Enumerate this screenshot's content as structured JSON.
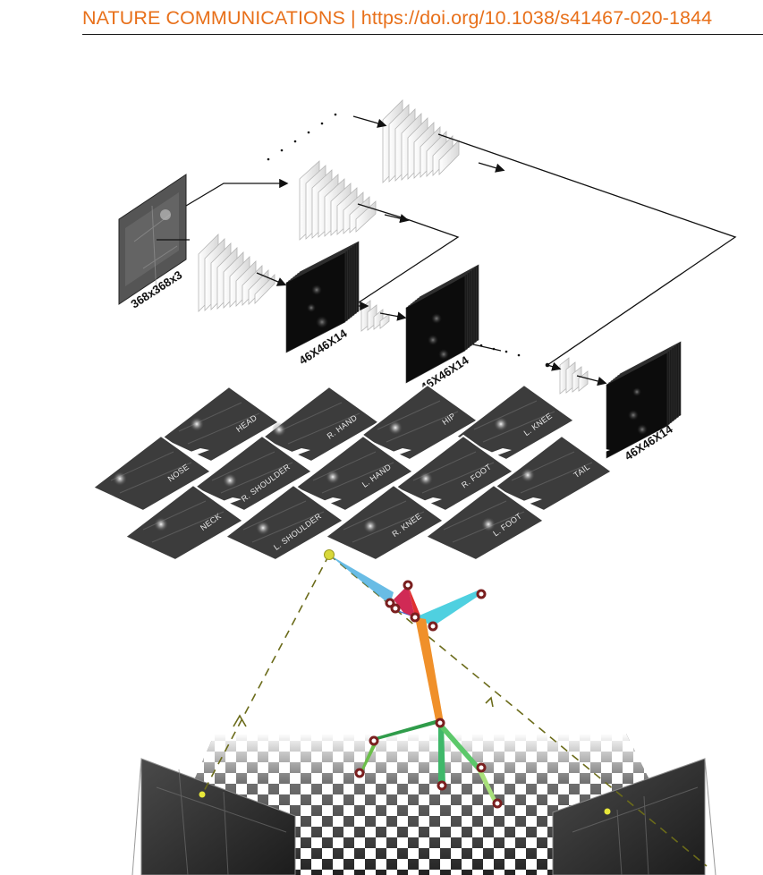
{
  "header": {
    "journal": "NATURE COMMUNICATIONS",
    "separator": " | ",
    "doi": "https://doi.org/10.1038/s41467-020-1844"
  },
  "network": {
    "input_dim": "368x368x3",
    "output_dims": [
      "46X46X14",
      "46X46X14",
      "46X46X14"
    ]
  },
  "heatmap_labels": [
    "HEAD",
    "R. HAND",
    "HIP",
    "L. KNEE",
    "NOSE",
    "R. SHOULDER",
    "L. HAND",
    "R. FOOT",
    "TAIL",
    "NECK",
    "L. SHOULDER",
    "R. KNEE",
    "L. FOOT"
  ],
  "colors": {
    "header_text": "#e8701a",
    "heatmap_bg": "#3a3a3a",
    "joint_fill": "#7a1f1f",
    "ray_color": "#6b6b1a"
  }
}
